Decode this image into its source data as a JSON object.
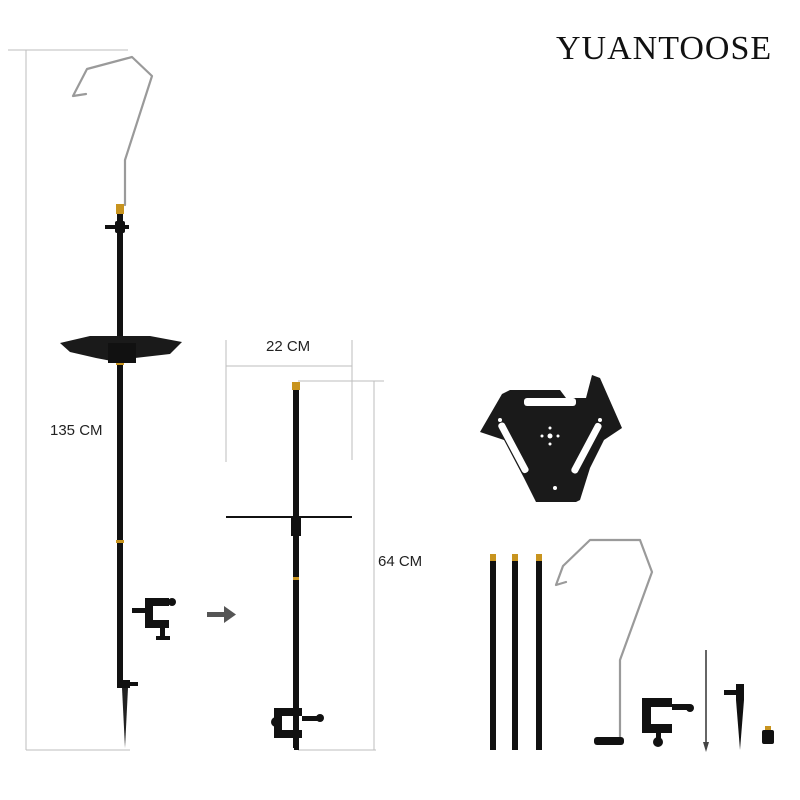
{
  "brand": {
    "name": "YUANTOOSE"
  },
  "dimensions": {
    "total_height": "135 CM",
    "tray_width": "22 CM",
    "folded_height": "64 CM"
  },
  "colors": {
    "pole": "#111111",
    "hook": "#9a9a9a",
    "tray": "#1a1a1a",
    "brass": "#c8941f",
    "guide_line": "#bdbdbd",
    "arrow": "#555555"
  }
}
